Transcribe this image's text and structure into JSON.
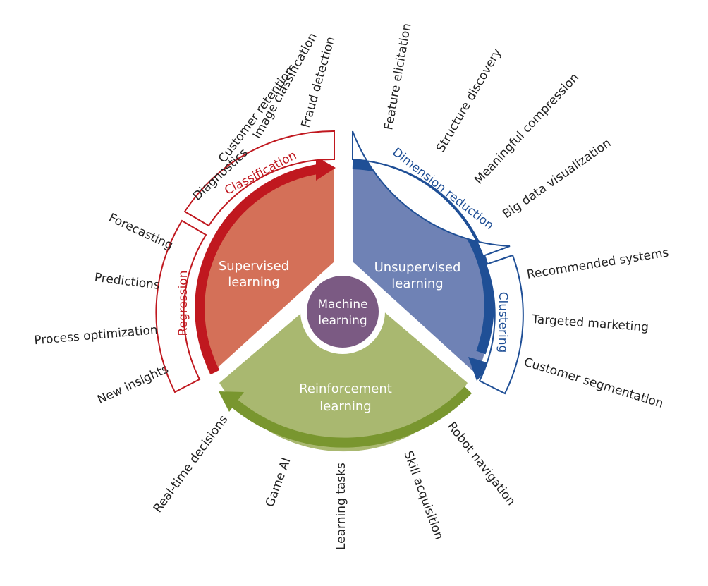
{
  "center": {
    "line1": "Machine",
    "line2": "learning"
  },
  "segments": {
    "supervised": {
      "line1": "Supervised",
      "line2": "learning",
      "color": "#d47058",
      "arrow_color": "#c0181f",
      "band_color": "#c0181f"
    },
    "unsupervised": {
      "line1": "Unsupervised",
      "line2": "learning",
      "color": "#6f82b5",
      "arrow_color": "#1f4f96",
      "band_color": "#1f4f96"
    },
    "reinforcement": {
      "line1": "Reinforcement",
      "line2": "learning",
      "color": "#a9b870",
      "arrow_color": "#79962f"
    }
  },
  "center_color": "#7b5a83",
  "bands": {
    "classification": "Classification",
    "regression": "Regression",
    "dimension_reduction": "Dimension reduction",
    "clustering": "Clustering"
  },
  "leaves": {
    "classification": [
      "Fraud detection",
      "Image classification",
      "Customer retention",
      "Diagnostics"
    ],
    "regression": [
      "Forecasting",
      "Predictions",
      "Process optimization",
      "New insights"
    ],
    "dimension_reduction": [
      "Feature elicitation",
      "Structure discovery",
      "Meaningful compression",
      "Big data visualization"
    ],
    "clustering": [
      "Recommended systems",
      "Targeted marketing",
      "Customer segmentation"
    ],
    "reinforcement": [
      "Robot navigation",
      "Skill acquisition",
      "Learning tasks",
      "Game AI",
      "Real-time decisions"
    ]
  }
}
